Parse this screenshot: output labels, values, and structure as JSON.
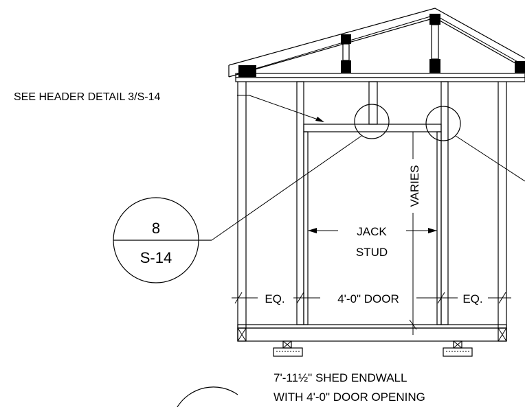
{
  "drawing": {
    "callout_header": "SEE HEADER DETAIL 3/S-14",
    "section_top": "8",
    "section_bottom": "S-14",
    "varies_label": "VARIES",
    "jack_stud_line1": "JACK",
    "jack_stud_line2": "STUD",
    "eq_left": "EQ.",
    "door_width": "4'-0\" DOOR",
    "eq_right": "EQ.",
    "title_line1": "7'-11½\" SHED ENDWALL",
    "title_line2": "WITH 4'-0\" DOOR OPENING"
  }
}
